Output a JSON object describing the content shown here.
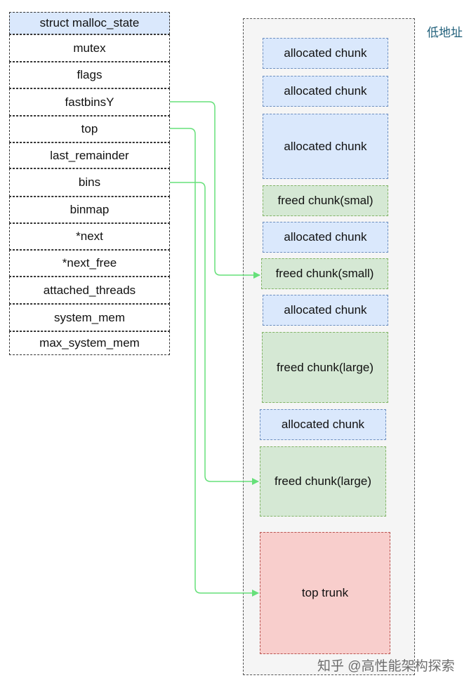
{
  "struct": {
    "title": "struct malloc_state",
    "fields": [
      "mutex",
      "flags",
      "fastbinsY",
      "top",
      "last_remainder",
      "bins",
      "binmap",
      "*next",
      "*next_free",
      "attached_threads",
      "system_mem",
      "max_system_mem"
    ]
  },
  "heap": {
    "address_label": "低地址",
    "chunks": [
      {
        "label": "allocated chunk",
        "kind": "allocated"
      },
      {
        "label": "allocated chunk",
        "kind": "allocated"
      },
      {
        "label": "allocated chunk",
        "kind": "allocated"
      },
      {
        "label": "freed chunk(smal)",
        "kind": "freed"
      },
      {
        "label": "allocated chunk",
        "kind": "allocated"
      },
      {
        "label": "freed chunk(small)",
        "kind": "freed"
      },
      {
        "label": "allocated chunk",
        "kind": "allocated"
      },
      {
        "label": "freed chunk(large)",
        "kind": "freed"
      },
      {
        "label": "allocated chunk",
        "kind": "allocated"
      },
      {
        "label": "freed chunk(large)",
        "kind": "freed"
      },
      {
        "label": "top trunk",
        "kind": "top"
      }
    ]
  },
  "arrows": [
    {
      "from": "fastbinsY",
      "to": "freed chunk(small)"
    },
    {
      "from": "bins",
      "to": "freed chunk(large)"
    },
    {
      "from": "top",
      "to": "top trunk"
    }
  ],
  "colors": {
    "allocated": "#dae8fc",
    "freed": "#d5e8d4",
    "top": "#f8cecc",
    "arrow": "#66e07a"
  },
  "watermark": "知乎 @高性能架构探索"
}
